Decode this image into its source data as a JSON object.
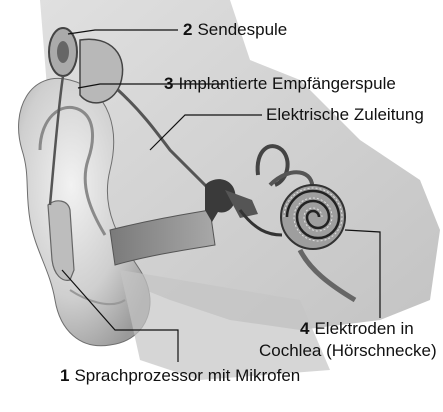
{
  "labels": {
    "l2": {
      "num": "2",
      "text": "Sendespule"
    },
    "l3": {
      "num": "3",
      "text": "Implantierte Empfängerspule"
    },
    "le": {
      "num": "",
      "text": "Elektrische Zuleitung"
    },
    "l4a": {
      "num": "4",
      "text": "Elektroden in"
    },
    "l4b": {
      "num": "",
      "text": "Cochlea (Hörschnecke)"
    },
    "l1": {
      "num": "1",
      "text": "Sprachprozessor mit Mikrofen"
    }
  },
  "colors": {
    "ink": "#111111",
    "skin_light": "#e6e6e6",
    "skin_mid": "#c9c9c9",
    "skin_dark": "#8c8c8c",
    "bone": "#d9d9d9"
  }
}
